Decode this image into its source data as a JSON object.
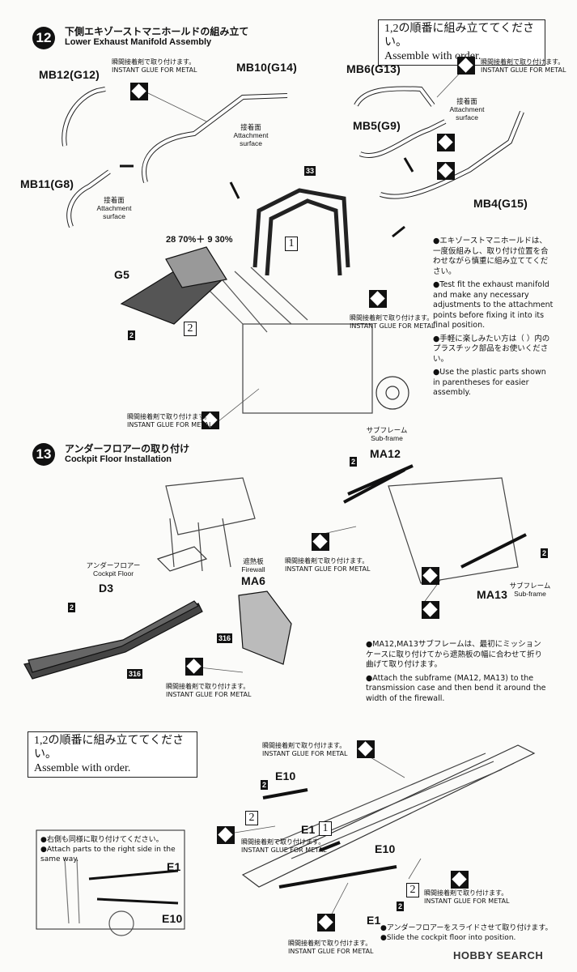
{
  "step12": {
    "number": "12",
    "title_jp": "下側エキゾーストマニホールドの組み立て",
    "title_en": "Lower Exhaust Manifold Assembly",
    "order_jp": "1,2の順番に組み立ててください。",
    "order_en": "Assemble with order.",
    "parts": {
      "mb12": "MB12(G12)",
      "mb10": "MB10(G14)",
      "mb6": "MB6(G13)",
      "mb5": "MB5(G9)",
      "mb11": "MB11(G8)",
      "mb4": "MB4(G15)",
      "g5": "G5",
      "box33": "33",
      "box2a": "2",
      "seq1": "1",
      "seq2": "2",
      "paint": "28 70%＋ 9 30%"
    },
    "attach_jp": "接着面",
    "attach_en": "Attachment surface",
    "notes": [
      "●エキゾーストマニホールドは、一度仮組みし、取り付け位置を合わせながら慎重に組み立ててください。",
      "●Test fit the exhaust manifold and make any necessary adjustments to the attachment points before fixing it into its final position.",
      "●手軽に楽しみたい方は（ ）内のプラスチック部品をお使いください。",
      "●Use the plastic parts shown in parentheses for easier assembly."
    ]
  },
  "glue": {
    "jp": "瞬間接着剤で取り付けます。",
    "en": "INSTANT GLUE FOR METAL"
  },
  "step13": {
    "number": "13",
    "title_jp": "アンダーフロアーの取り付け",
    "title_en": "Cockpit Floor Installation",
    "subframe_jp": "サブフレーム",
    "subframe_en": "Sub-frame",
    "ma12": "MA12",
    "ma13": "MA13",
    "floor_jp": "アンダーフロアー",
    "floor_en": "Cockpit Floor",
    "d3": "D3",
    "firewall_jp": "遮熱板",
    "firewall_en": "Firewall",
    "ma6": "MA6",
    "box316": "316",
    "box2": "2",
    "notes": [
      "●MA12,MA13サブフレームは、最初にミッションケースに取り付けてから遮熱板の幅に合わせて折り曲げて取り付けます。",
      "●Attach the subframe (MA12, MA13) to the transmission case and then bend it around the width of the firewall."
    ]
  },
  "step14": {
    "order_jp": "1,2の順番に組み立ててください。",
    "order_en": "Assemble with order.",
    "e10": "E10",
    "e1": "E1",
    "seq1": "1",
    "seq2": "2",
    "box2": "2",
    "inset_jp": "●右側も同様に取り付けてください。",
    "inset_en": "●Attach parts to the right side in the same way.",
    "slide_jp": "●アンダーフロアーをスライドさせて取り付けます。",
    "slide_en": "●Slide the cockpit floor into position."
  },
  "watermark": "HOBBY SEARCH"
}
